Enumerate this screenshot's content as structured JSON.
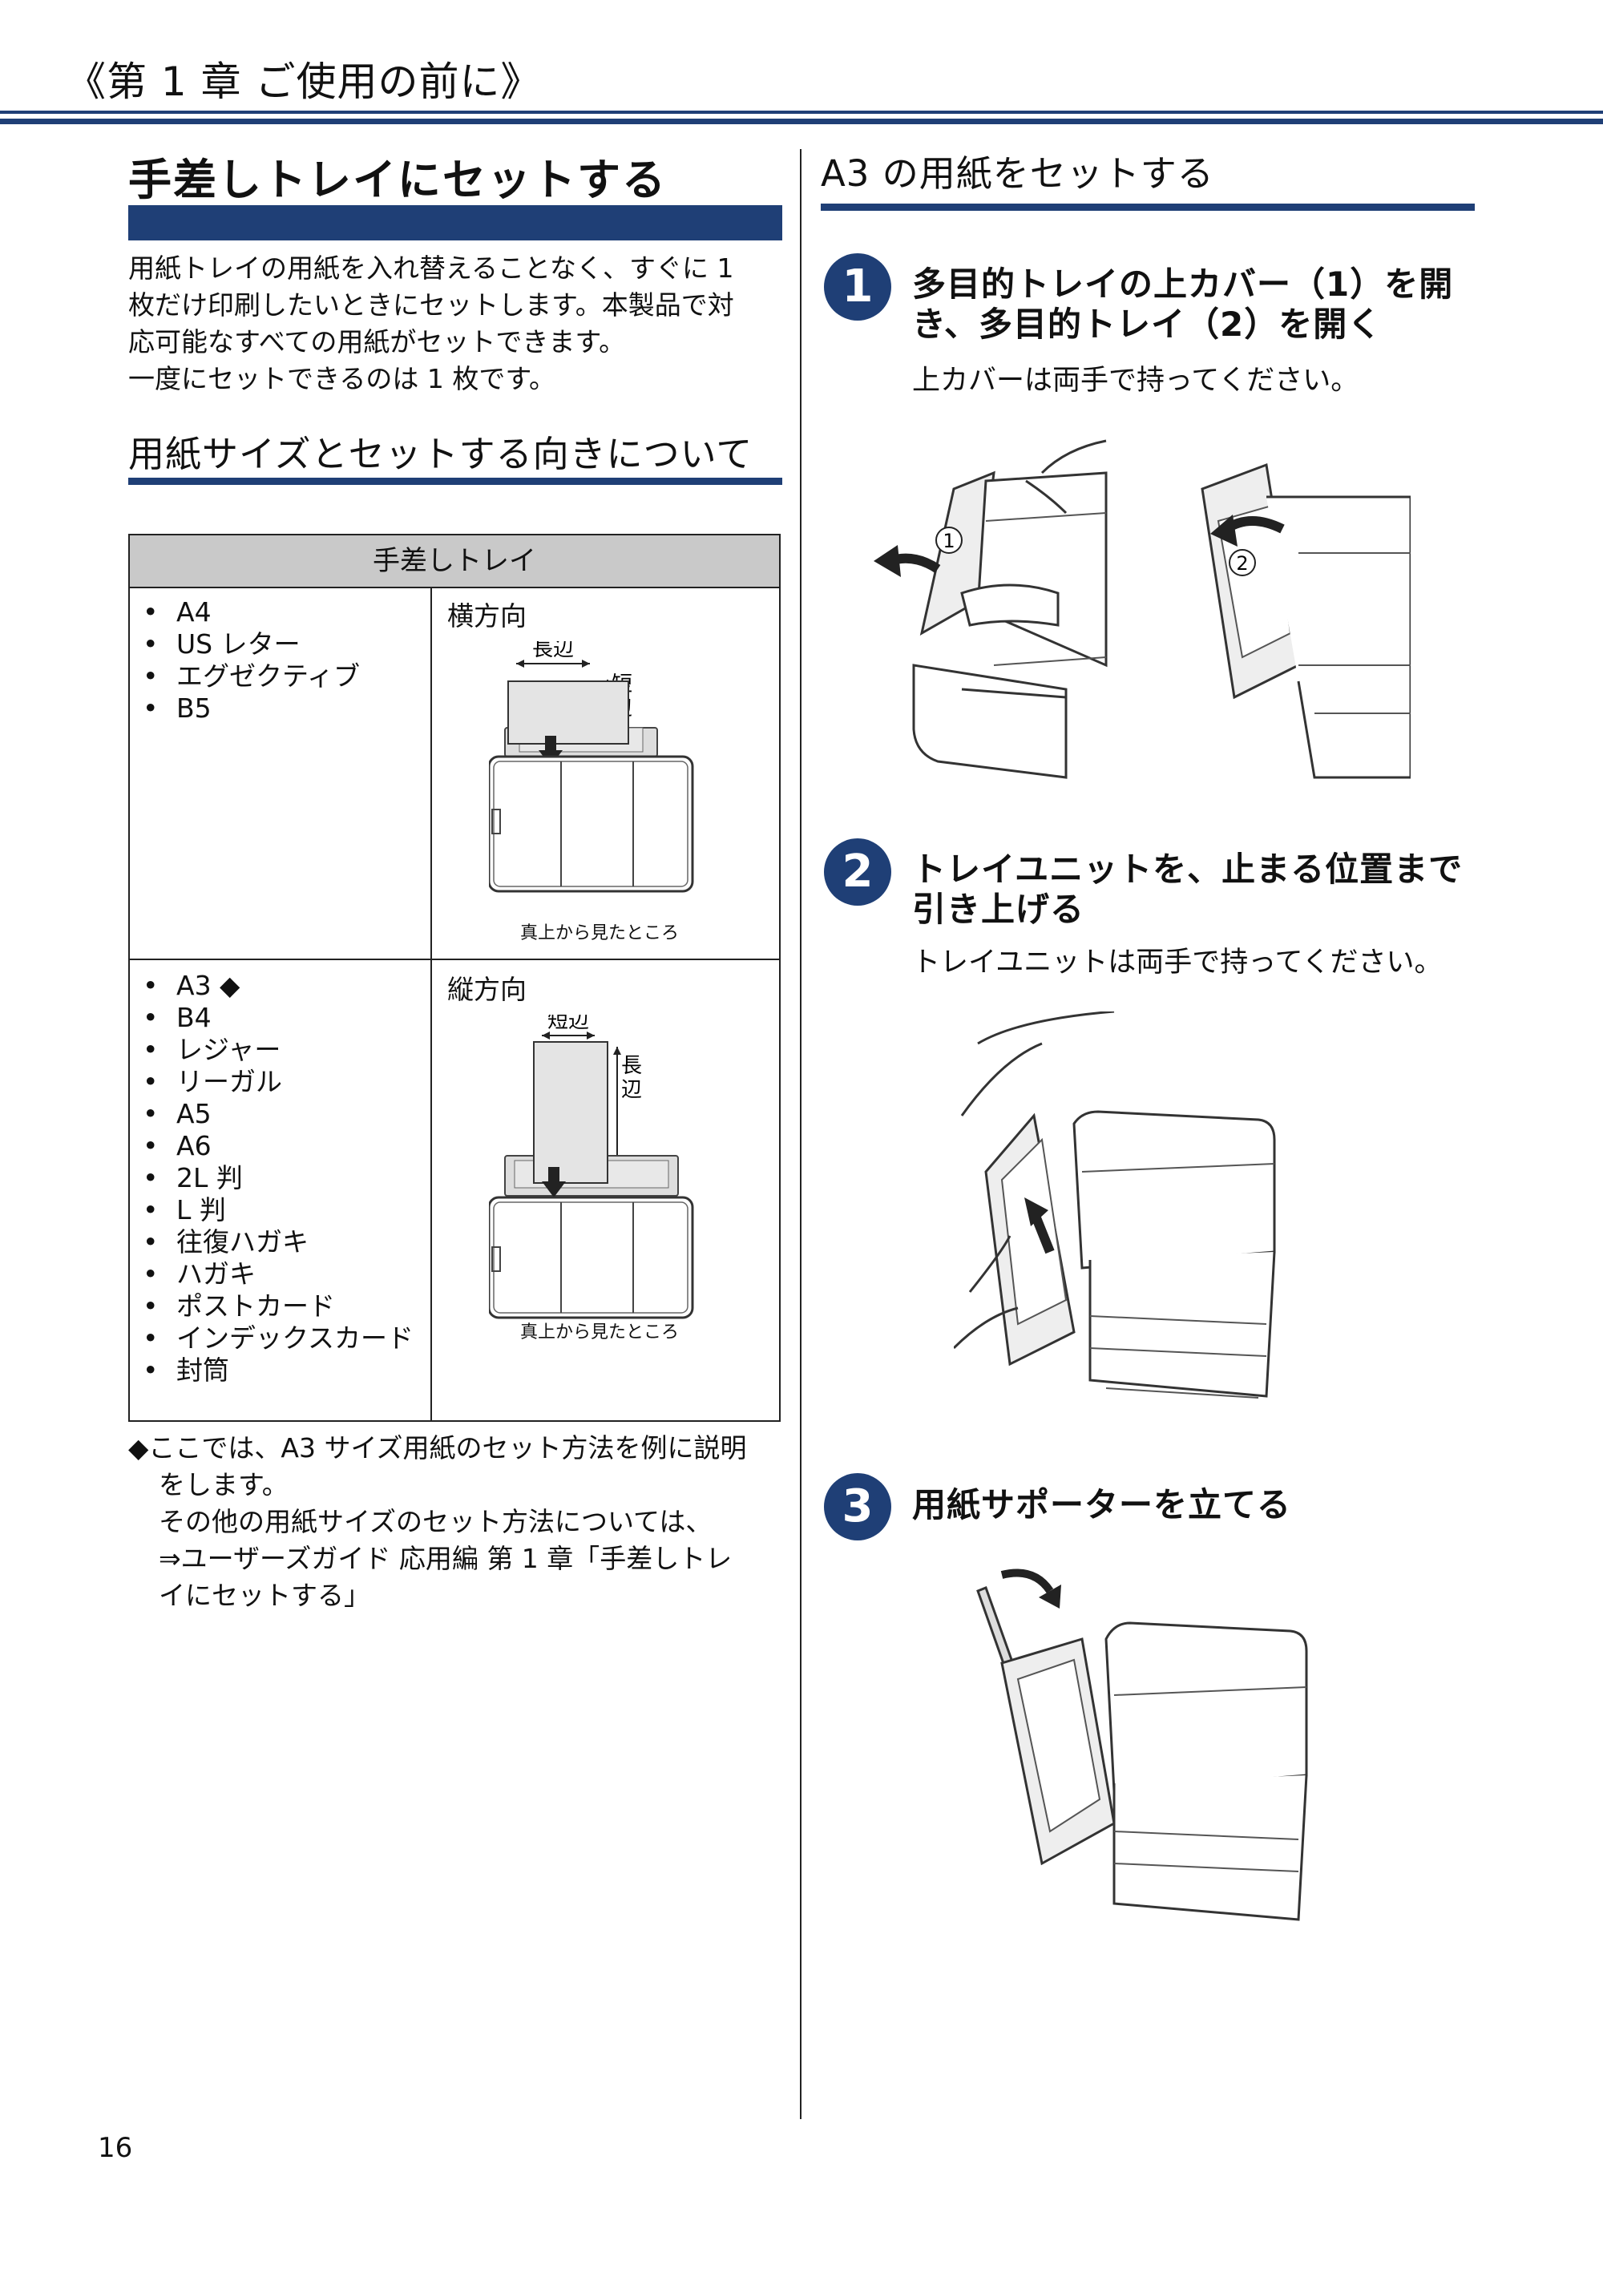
{
  "header": {
    "chapter": "《第 1 章 ご使用の前に》"
  },
  "left": {
    "title": "手差しトレイにセットする",
    "intro": [
      "用紙トレイの用紙を入れ替えることなく、すぐに 1",
      "枚だけ印刷したいときにセットします。本製品で対",
      "応可能なすべての用紙がセットできます。",
      "一度にセットできるのは 1 枚です。"
    ],
    "subtitle": "用紙サイズとセットする向きについて",
    "table": {
      "header": "手差しトレイ",
      "rows": [
        {
          "sizes": [
            "A4",
            "US レター",
            "エグゼクティブ",
            "B5"
          ],
          "orientation": "横方向",
          "edge_top": "長辺",
          "edge_side": "短辺",
          "caption": "真上から見たところ"
        },
        {
          "sizes": [
            "A3 ◆",
            "B4",
            "レジャー",
            "リーガル",
            "A5",
            "A6",
            "2L 判",
            "L 判",
            "往復ハガキ",
            "ハガキ",
            "ポストカード",
            "インデックスカード",
            "封筒"
          ],
          "orientation": "縦方向",
          "edge_top": "短辺",
          "edge_side": "長辺",
          "caption": "真上から見たところ"
        }
      ],
      "bullet": "•"
    },
    "note": {
      "line1": "◆ここでは、A3 サイズ用紙のセット方法を例に説明",
      "lines": [
        "をします。",
        "その他の用紙サイズのセット方法については、",
        "⇒ユーザーズガイド 応用編 第 1 章「手差しトレ",
        "イにセットする」"
      ]
    }
  },
  "right": {
    "title": "A3 の用紙をセットする",
    "steps": [
      {
        "num": "1",
        "title_lines": [
          "多目的トレイの上カバー（1）を開",
          "き、多目的トレイ（2）を開く"
        ],
        "sub": "上カバーは両手で持ってください。",
        "callouts": [
          "1",
          "2"
        ]
      },
      {
        "num": "2",
        "title_lines": [
          "トレイユニットを、止まる位置まで",
          "引き上げる"
        ],
        "sub": "トレイユニットは両手で持ってください。"
      },
      {
        "num": "3",
        "title_lines": [
          "用紙サポーターを立てる"
        ]
      }
    ]
  },
  "footer": {
    "page": "16"
  }
}
